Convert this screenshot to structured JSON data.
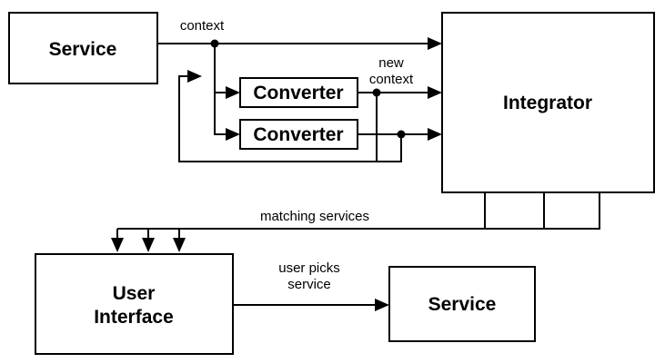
{
  "boxes": {
    "service_top": "Service",
    "converter_1": "Converter",
    "converter_2": "Converter",
    "integrator": "Integrator",
    "user_interface_line1": "User",
    "user_interface_line2": "Interface",
    "service_bottom": "Service"
  },
  "labels": {
    "context": "context",
    "new_context_line1": "new",
    "new_context_line2": "context",
    "matching_services": "matching services",
    "user_picks_line1": "user picks",
    "user_picks_line2": "service"
  }
}
